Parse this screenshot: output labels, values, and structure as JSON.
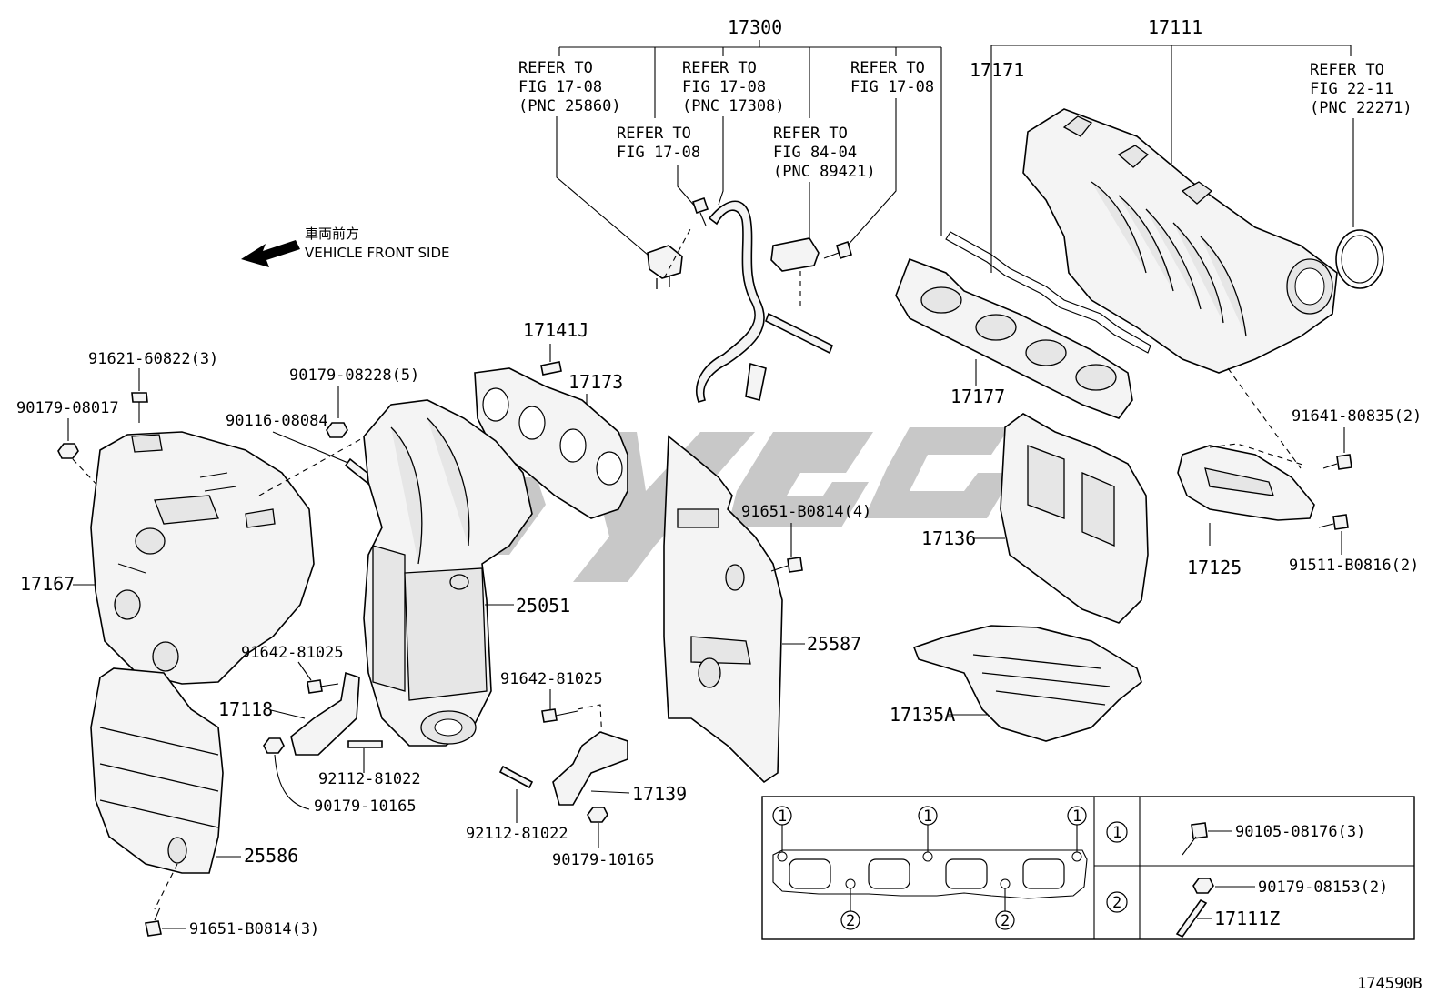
{
  "orientation": {
    "cjk": "車両前方",
    "en": "VEHICLE FRONT SIDE"
  },
  "labels": {
    "p17300": "17300",
    "p17111": "17111",
    "p17171": "17171",
    "p17177": "17177",
    "p17141j": "17141J",
    "p17173": "17173",
    "p17167": "17167",
    "p25051": "25051",
    "p25587": "25587",
    "p17136": "17136",
    "p17125": "17125",
    "p17135a": "17135A",
    "p17118": "17118",
    "p17139": "17139",
    "p25586": "25586",
    "b91621": "91621-60822(3)",
    "b90179_08017": "90179-08017",
    "b90179_08228": "90179-08228(5)",
    "b90116": "90116-08084",
    "b91651_4": "91651-B0814(4)",
    "b91641": "91641-80835(2)",
    "b91511": "91511-B0816(2)",
    "b91642a": "91642-81025",
    "b91642b": "91642-81025",
    "b92112a": "92112-81022",
    "b92112b": "92112-81022",
    "b90179_10165a": "90179-10165",
    "b90179_10165b": "90179-10165",
    "b91651_3": "91651-B0814(3)"
  },
  "refs": [
    {
      "line1": "REFER TO",
      "line2": "FIG 17-08",
      "line3": "(PNC 25860)"
    },
    {
      "line1": "REFER TO",
      "line2": "FIG 17-08",
      "line3": ""
    },
    {
      "line1": "REFER TO",
      "line2": "FIG 17-08",
      "line3": "(PNC 17308)"
    },
    {
      "line1": "REFER TO",
      "line2": "FIG 84-04",
      "line3": "(PNC 89421)"
    },
    {
      "line1": "REFER TO",
      "line2": "FIG 17-08",
      "line3": ""
    },
    {
      "line1": "REFER TO",
      "line2": "FIG 22-11",
      "line3": "(PNC 22271)"
    }
  ],
  "legend": {
    "callout1": "1",
    "callout2": "2",
    "row1_part": "90105-08176(3)",
    "row2_part": "90179-08153(2)",
    "row2_part_b": "17111Z"
  },
  "figure_id": "174590B",
  "watermark": "sygc"
}
